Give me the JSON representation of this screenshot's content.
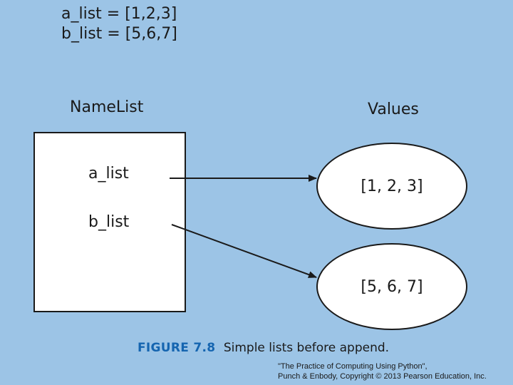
{
  "code": {
    "line1": "a_list = [1,2,3]",
    "line2": "b_list = [5,6,7]"
  },
  "diagram": {
    "names_heading": "NameList",
    "values_heading": "Values",
    "names": [
      "a_list",
      "b_list"
    ],
    "values": [
      "[1, 2, 3]",
      "[5, 6, 7]"
    ]
  },
  "caption": {
    "label": "FIGURE 7.8",
    "text": "Simple lists before append."
  },
  "credit": {
    "line1": "\"The Practice of Computing Using Python\",",
    "line2": "Punch & Enbody, Copyright © 2013 Pearson Education, Inc."
  },
  "colors": {
    "background": "#9cc4e6",
    "caption_label": "#1565b0"
  }
}
